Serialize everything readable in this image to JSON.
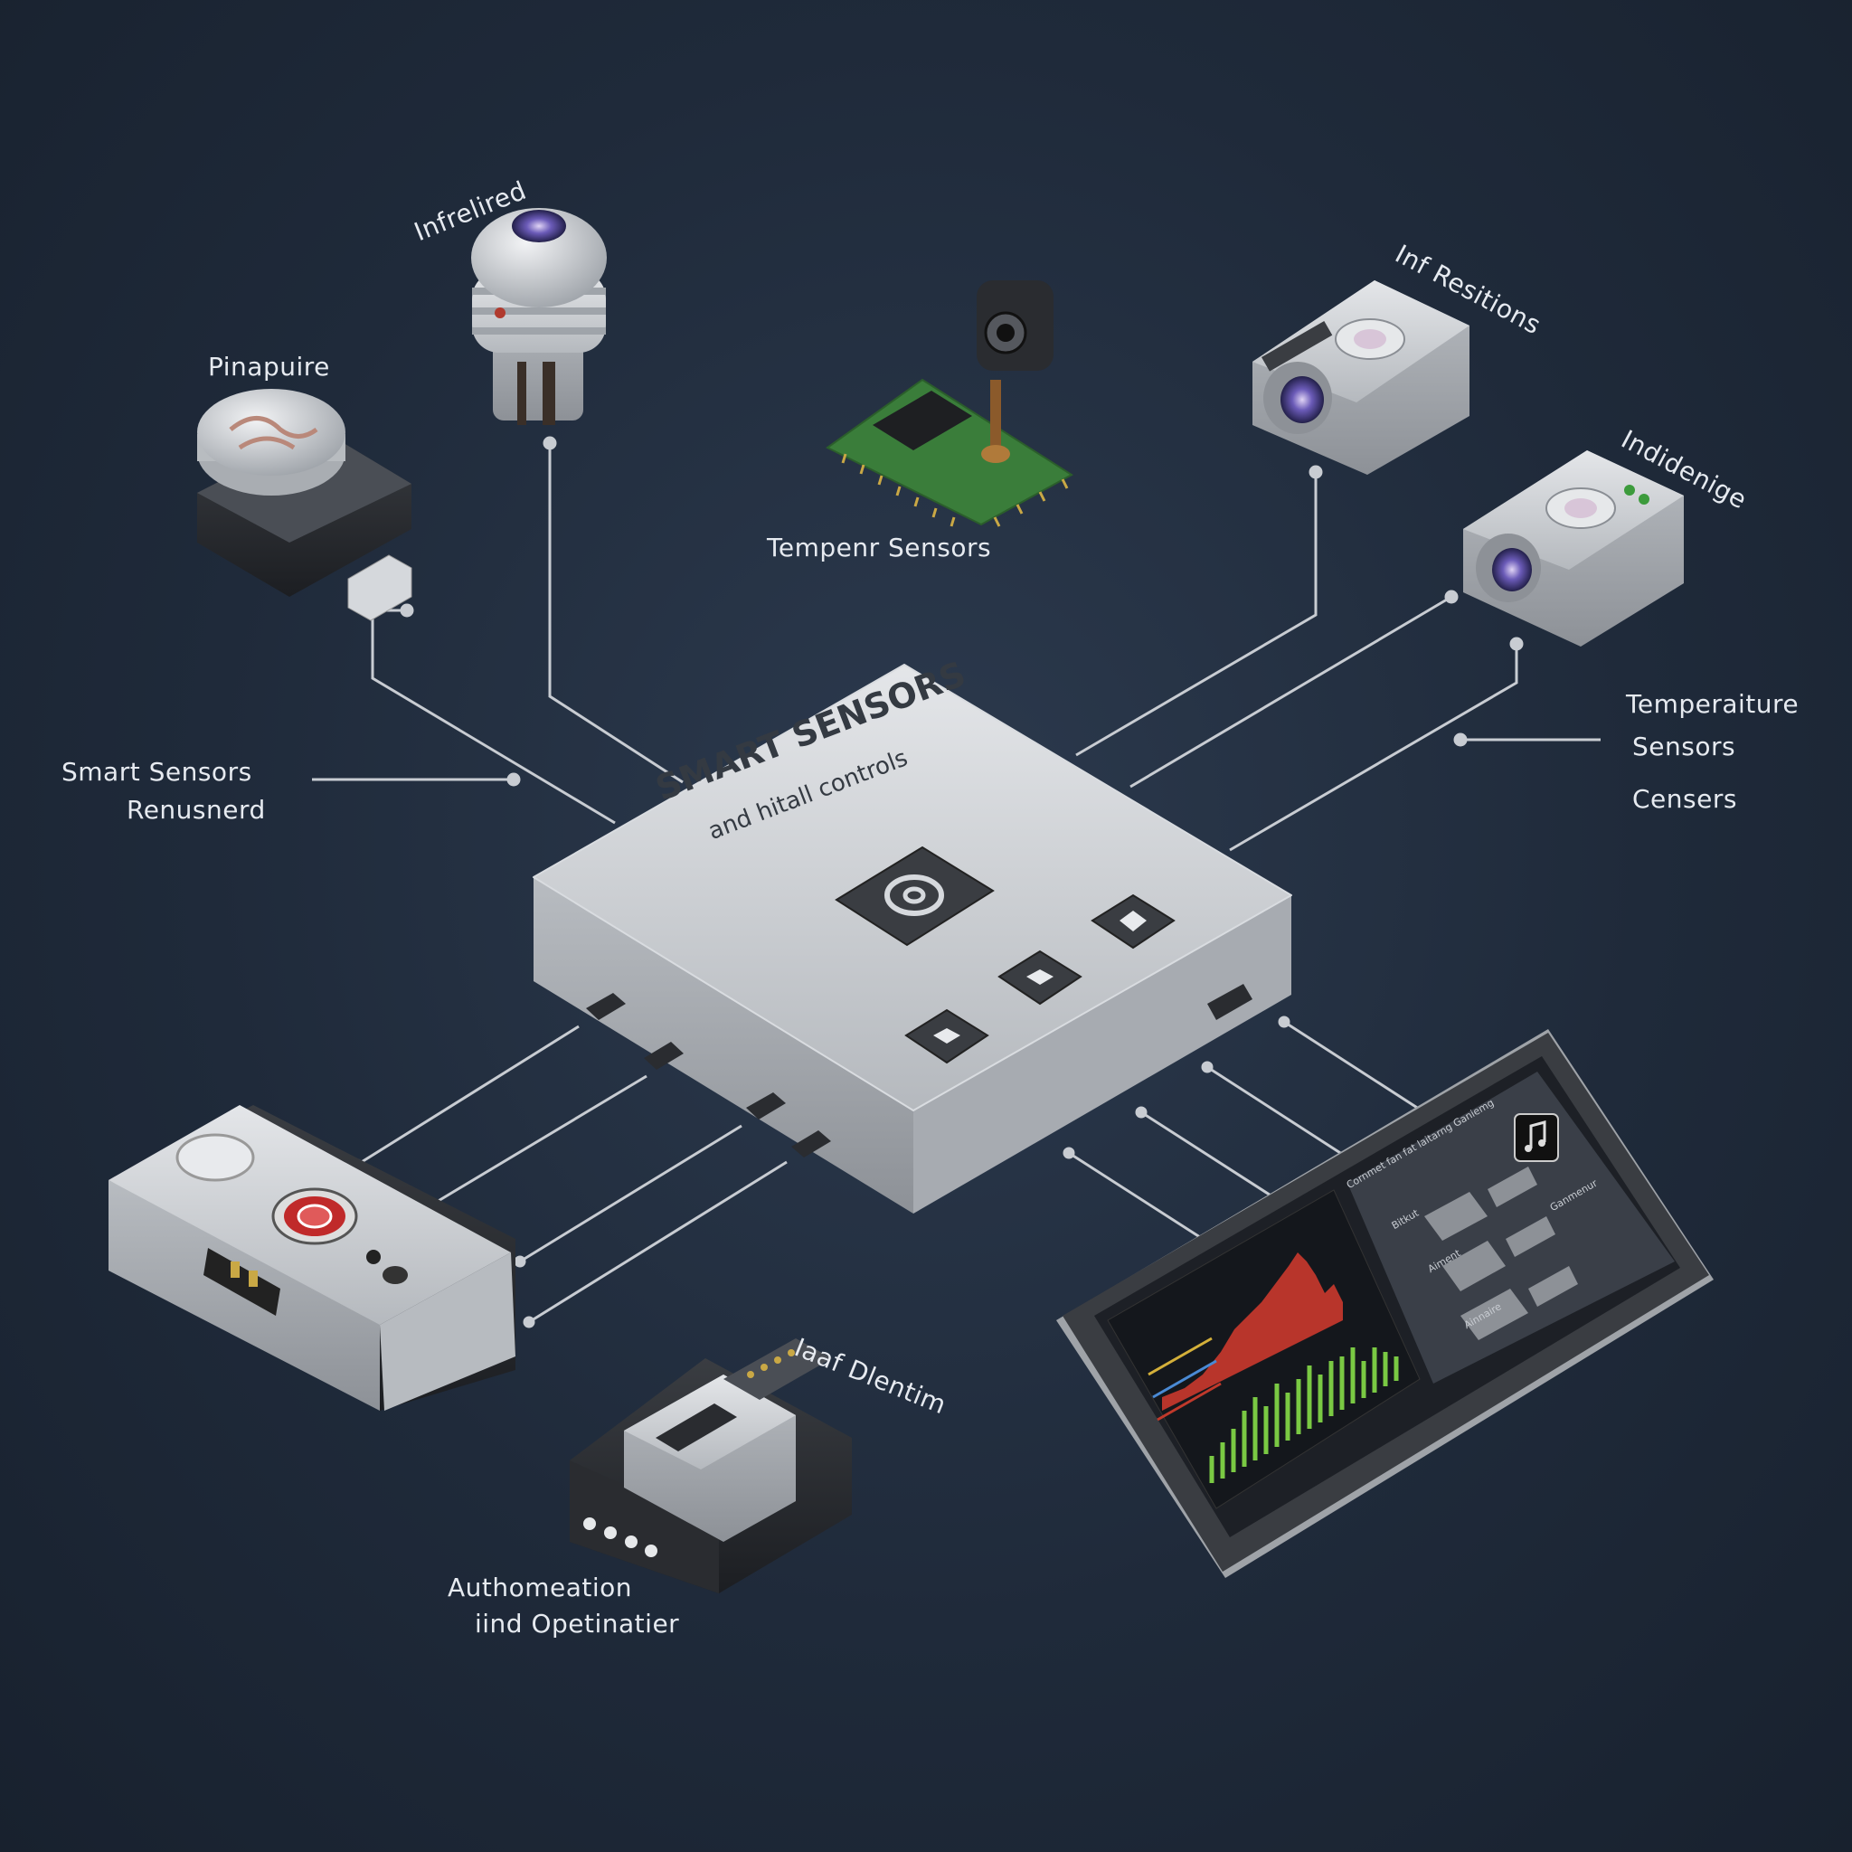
{
  "hub": {
    "title": "SMART SENSORS",
    "subtitle": "and hitall controls"
  },
  "labels": {
    "infrared": "Infrelired",
    "pinapure": "Pinapuire",
    "temp_sensors_top": "Tempenr Sensors",
    "inf_resitions": "Inf Resitions",
    "indidenige": "Indidenige",
    "temperature": "Temperaiture",
    "sensors": "Sensors",
    "censers": "Censers",
    "smart_sensors": "Smart Sensors",
    "renusnerd": "Renusnerd",
    "iaaf_dlentim": "Iaaf Dlentim",
    "automation": "Authomeation",
    "optimization": "iind Opetinatier"
  },
  "tablet": {
    "screen_title": "Cornmet fan fat laitarng Ganiemg",
    "panel_caption": "Ganmenur",
    "menu_items": [
      "Bitkut",
      "Aiment",
      "Ainnaire"
    ]
  },
  "colors": {
    "background": "#1f2a3a",
    "device_body": "#c9ccd0",
    "line": "#c8ccd2",
    "chart_red": "#c0392b",
    "chart_green": "#7ac943"
  },
  "icons": {
    "hub_main": "target-icon",
    "hub_btn_2": "diamond-icon",
    "music": "music-note-icon"
  }
}
